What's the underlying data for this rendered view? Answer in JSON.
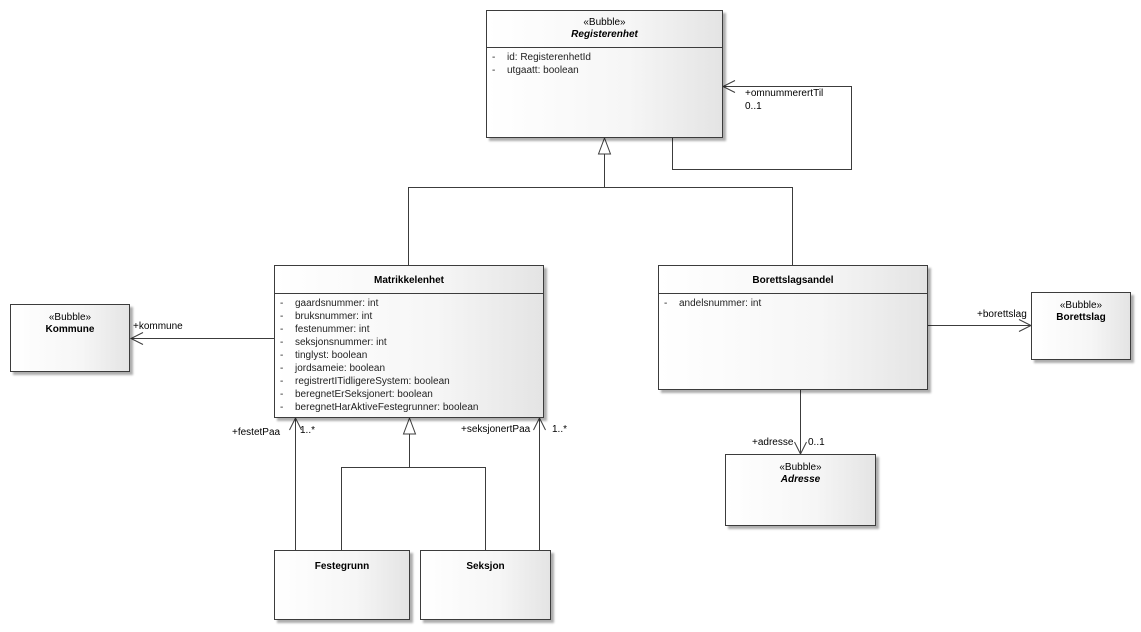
{
  "colors": {
    "line": "#3c3c3c",
    "box_gradient_start": "#ffffff",
    "box_gradient_end": "#e4e4e4"
  },
  "classes": {
    "registerenhet": {
      "stereotype": "«Bubble»",
      "name": "Registerenhet",
      "abstract": true,
      "attributes": [
        {
          "visibility": "-",
          "text": "id: RegisterenhetId"
        },
        {
          "visibility": "-",
          "text": "utgaatt: boolean"
        }
      ]
    },
    "matrikkelenhet": {
      "name": "Matrikkelenhet",
      "attributes": [
        {
          "visibility": "-",
          "text": "gaardsnummer: int"
        },
        {
          "visibility": "-",
          "text": "bruksnummer: int"
        },
        {
          "visibility": "-",
          "text": "festenummer: int"
        },
        {
          "visibility": "-",
          "text": "seksjonsnummer: int"
        },
        {
          "visibility": "-",
          "text": "tinglyst: boolean"
        },
        {
          "visibility": "-",
          "text": "jordsameie: boolean"
        },
        {
          "visibility": "-",
          "text": "registrertITidligereSystem: boolean"
        },
        {
          "visibility": "-",
          "text": "beregnetErSeksjonert: boolean"
        },
        {
          "visibility": "-",
          "text": "beregnetHarAktiveFestegrunner: boolean"
        }
      ]
    },
    "borettslagsandel": {
      "name": "Borettslagsandel",
      "attributes": [
        {
          "visibility": "-",
          "text": "andelsnummer: int"
        }
      ]
    },
    "kommune": {
      "stereotype": "«Bubble»",
      "name": "Kommune"
    },
    "borettslag": {
      "stereotype": "«Bubble»",
      "name": "Borettslag"
    },
    "adresse": {
      "stereotype": "«Bubble»",
      "name": "Adresse",
      "abstract": true
    },
    "festegrunn": {
      "name": "Festegrunn"
    },
    "seksjon": {
      "name": "Seksjon"
    }
  },
  "associations": {
    "omnummerert_til": {
      "role": "+omnummerertTil",
      "multiplicity": "0..1"
    },
    "kommune": {
      "role": "+kommune"
    },
    "festet_paa": {
      "role": "+festetPaa",
      "multiplicity": "1..*"
    },
    "seksjonert_paa": {
      "role": "+seksjonertPaa",
      "multiplicity": "1..*"
    },
    "borettslag": {
      "role": "+borettslag"
    },
    "adresse": {
      "role": "+adresse",
      "multiplicity": "0..1"
    }
  }
}
